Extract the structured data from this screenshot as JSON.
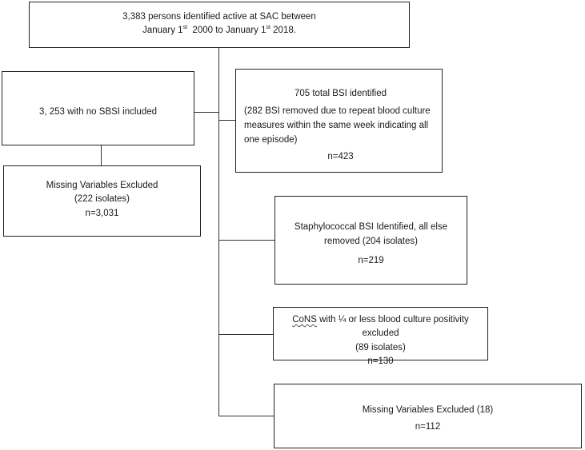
{
  "top_box": {
    "line1": "3,383 persons identified active at SAC between",
    "line2_a": "January 1",
    "line2_sup1": "st",
    "line2_b": "  2000 to January 1",
    "line2_sup2": "st",
    "line2_c": " 2018."
  },
  "no_sbsi_box": {
    "text": "3, 253 with no SBSI included"
  },
  "missing_left_box": {
    "title": "Missing Variables Excluded",
    "detail": "(222 isolates)",
    "count": "n=3,031"
  },
  "total_bsi_box": {
    "title": "705 total BSI identified",
    "detail": "(282 BSI removed due to repeat blood culture measures within the same week indicating all one episode)",
    "count": "n=423"
  },
  "staph_box": {
    "title": "Staphylococcal BSI Identified, all else removed (204 isolates)",
    "count": "n=219"
  },
  "cons_box": {
    "abbr": "CoNS",
    "rest": " with ¼ or less blood culture positivity excluded",
    "detail": "(89 isolates)",
    "count": "n=130"
  },
  "missing_right_box": {
    "title": "Missing Variables Excluded (18)",
    "count": "n=112"
  }
}
